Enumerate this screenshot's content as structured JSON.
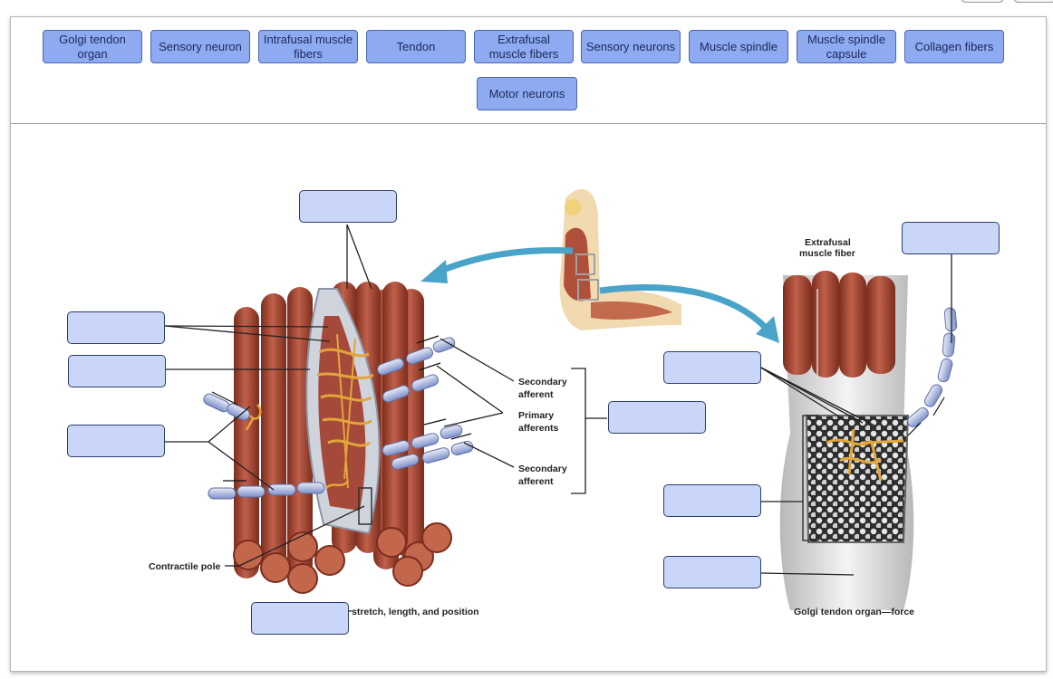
{
  "word_bank": [
    {
      "id": "golgi-tendon-organ",
      "label": "Golgi tendon organ"
    },
    {
      "id": "sensory-neuron",
      "label": "Sensory neuron"
    },
    {
      "id": "intrafusal-muscle-fibers",
      "label": "Intrafusal muscle fibers"
    },
    {
      "id": "tendon",
      "label": "Tendon"
    },
    {
      "id": "extrafusal-muscle-fibers",
      "label": "Extrafusal muscle fibers"
    },
    {
      "id": "sensory-neurons",
      "label": "Sensory neurons"
    },
    {
      "id": "muscle-spindle",
      "label": "Muscle spindle"
    },
    {
      "id": "muscle-spindle-capsule",
      "label": "Muscle spindle capsule"
    },
    {
      "id": "collagen-fibers",
      "label": "Collagen fibers"
    },
    {
      "id": "motor-neurons",
      "label": "Motor neurons"
    }
  ],
  "figure_labels": {
    "secondary_afferent_top": [
      "Secondary",
      "afferent"
    ],
    "primary_afferents": [
      "Primary",
      "afferents"
    ],
    "secondary_afferent_bottom": [
      "Secondary",
      "afferent"
    ],
    "contractile_pole": "Contractile pole",
    "stretch_caption": "stretch, length, and position",
    "extrafusal_label": [
      "Extrafusal",
      "muscle fiber"
    ],
    "golgi_caption": "Golgi tendon organ—force"
  },
  "colors": {
    "chip_fill": "#8eaaf0",
    "chip_border": "#4a66b3",
    "dropzone_fill": "#c9d6f7",
    "dropzone_border": "#2d3e6e",
    "muscle": "#b0503a",
    "nerve": "#e2a63a",
    "arrow": "#4aa3c8"
  }
}
